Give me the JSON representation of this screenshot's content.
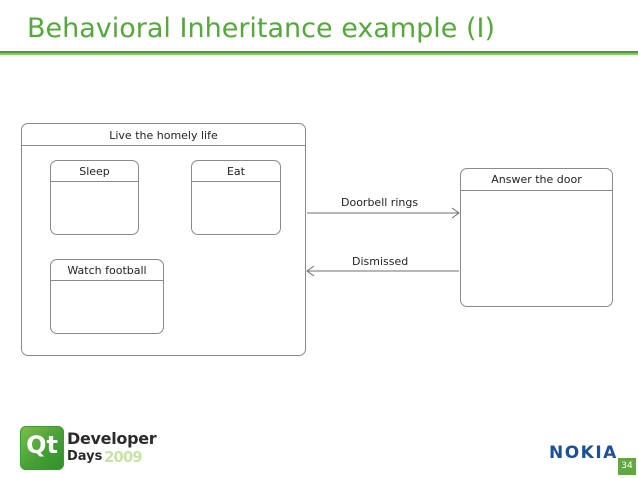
{
  "slide": {
    "title": "Behavioral Inheritance example (I)",
    "number": "34",
    "accent_color": "#56a83c",
    "rule_color_dark": "#4e9a38",
    "rule_color_light": "#8dc06f"
  },
  "diagram": {
    "type": "uml-state-machine",
    "composite_state": {
      "name": "Live the homely life",
      "substates": [
        {
          "name": "Sleep"
        },
        {
          "name": "Eat"
        },
        {
          "name": "Watch football"
        }
      ]
    },
    "external_state": {
      "name": "Answer the door"
    },
    "transitions": [
      {
        "label": "Doorbell rings",
        "direction": "right",
        "from": "Live the homely life",
        "to": "Answer the door"
      },
      {
        "label": "Dismissed",
        "direction": "left",
        "from": "Answer the door",
        "to": "Live the homely life"
      }
    ],
    "line_color": "#8a8a8a",
    "text_color": "#231f20"
  },
  "footer": {
    "qt_logo": {
      "badge_text": "Qt",
      "line1": "Developer",
      "line2": "Days",
      "year": "2009",
      "badge_color": "#45a035",
      "year_color": "#c9e3a8"
    },
    "nokia_logo": {
      "text": "NOKIA",
      "color": "#1c4f9c"
    }
  }
}
